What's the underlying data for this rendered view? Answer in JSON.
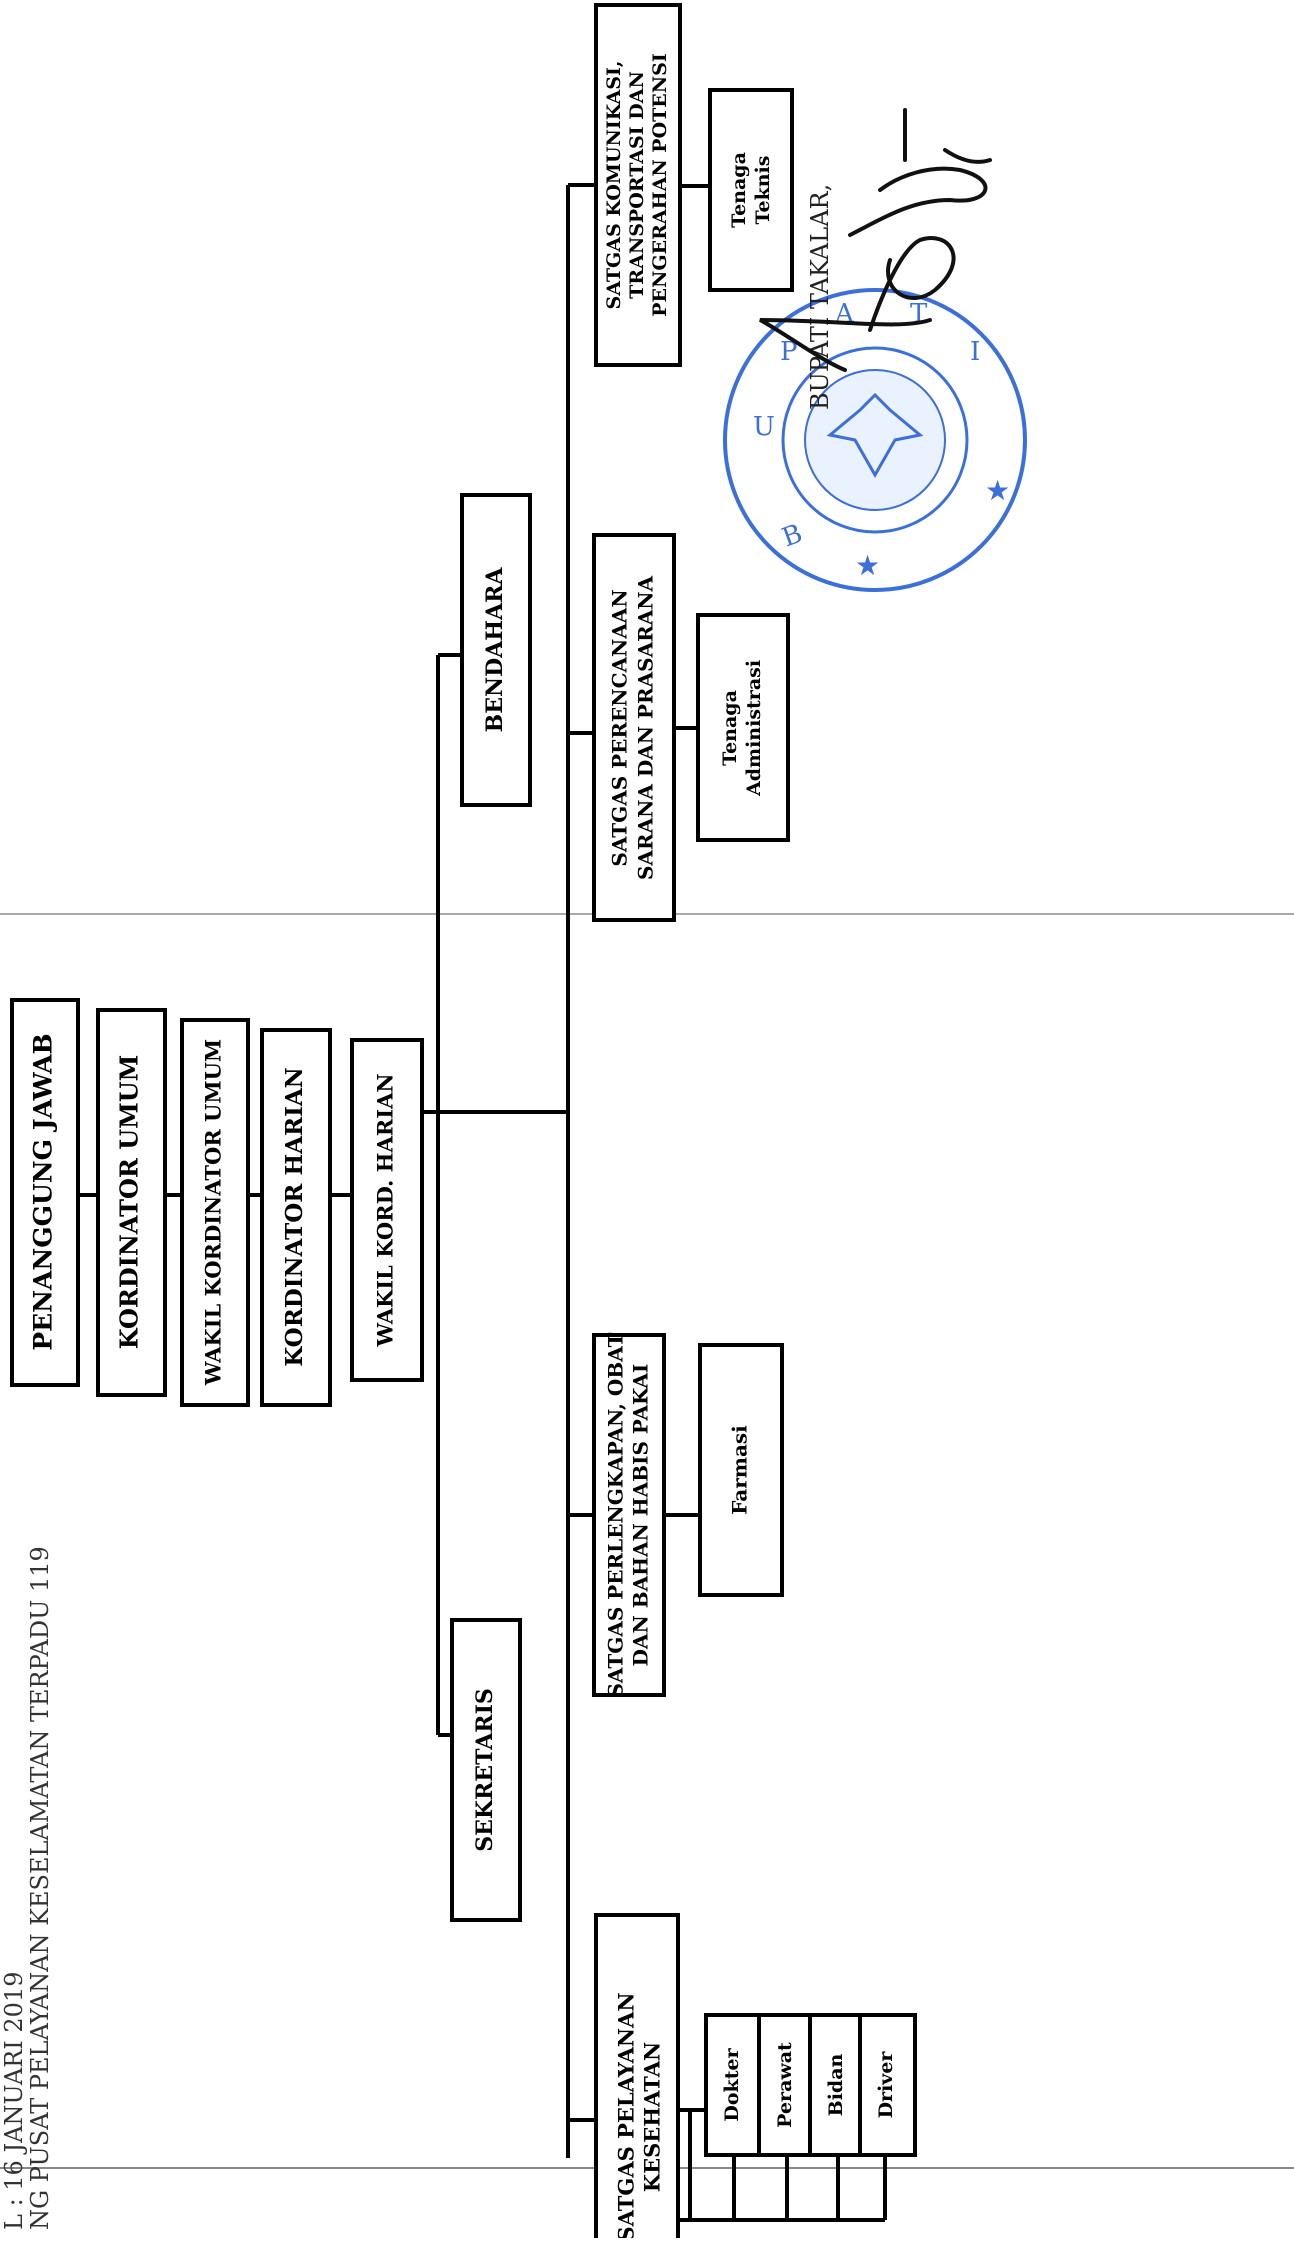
{
  "header": {
    "line1": "L : 16 JANUARI 2019",
    "line2": "NG PUSAT PELAYANAN KESELAMATAN TERPADU 119"
  },
  "chain": {
    "penanggung_jawab": "PENANGGUNG JAWAB",
    "kordinator_umum": "KORDINATOR UMUM",
    "wakil_kordinator_umum": "WAKIL KORDINATOR UMUM",
    "kordinator_harian": "KORDINATOR HARIAN",
    "wakil_kord_harian": "WAKIL KORD. HARIAN"
  },
  "staff": {
    "sekretaris": "SEKRETARIS",
    "bendahara": "BENDAHARA"
  },
  "satgas": {
    "pelayanan": [
      "SATGAS PELAYANAN",
      "KESEHATAN"
    ],
    "perlengkapan": [
      "SATGAS PERLENGKAPAN, OBAT",
      "DAN BAHAN HABIS PAKAI"
    ],
    "perencanaan": [
      "SATGAS PERENCANAAN",
      "SARANA DAN PRASARANA"
    ],
    "komunikasi": [
      "SATGAS KOMUNIKASI,",
      "TRANSPORTASI DAN",
      "PENGERAHAN POTENSI"
    ]
  },
  "units": {
    "dokter": "Dokter",
    "perawat": "Perawat",
    "bidan": "Bidan",
    "driver": "Driver",
    "farmasi": "Farmasi",
    "tenaga_administrasi": [
      "Tenaga",
      "Administrasi"
    ],
    "tenaga_teknis": [
      "Tenaga",
      "Teknis"
    ]
  },
  "signature": {
    "title": "BUPATI TAKALAR,",
    "seal_text": "BUPATI"
  }
}
